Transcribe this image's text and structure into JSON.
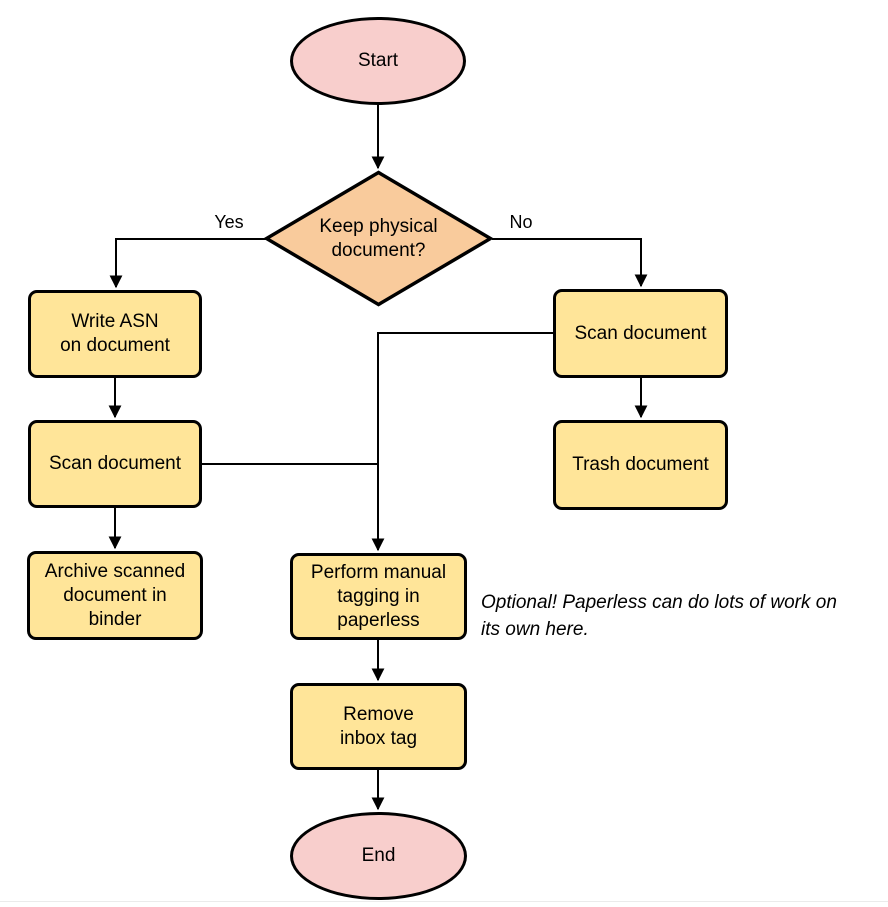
{
  "colors": {
    "terminator_fill": "#F8CECC",
    "decision_fill": "#F9CB9C",
    "process_fill": "#FFE599",
    "stroke": "#000000",
    "line": "#000000",
    "divider": "#EBEBEB"
  },
  "nodes": {
    "start": {
      "label": "Start",
      "type": "terminator"
    },
    "decision": {
      "label": "Keep physical\ndocument?",
      "type": "decision"
    },
    "write_asn": {
      "label": "Write ASN\non document",
      "type": "process"
    },
    "scan_left": {
      "label": "Scan document",
      "type": "process"
    },
    "archive": {
      "label": "Archive scanned\ndocument in\nbinder",
      "type": "process"
    },
    "scan_right": {
      "label": "Scan document",
      "type": "process"
    },
    "trash": {
      "label": "Trash document",
      "type": "process"
    },
    "perform_tagging": {
      "label": "Perform manual\ntagging in\npaperless",
      "type": "process"
    },
    "remove_inbox": {
      "label": "Remove\ninbox tag",
      "type": "process"
    },
    "end": {
      "label": "End",
      "type": "terminator"
    }
  },
  "edge_labels": {
    "yes": "Yes",
    "no": "No"
  },
  "annotation": {
    "text": "Optional! Paperless can do lots of work on\nits own here."
  }
}
